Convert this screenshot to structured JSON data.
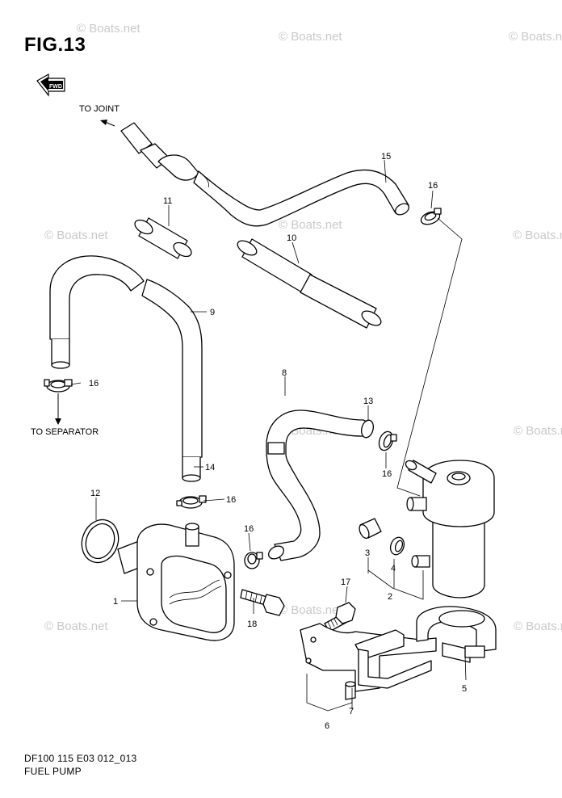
{
  "figure": {
    "title": "FIG.13"
  },
  "direction_badge": "FWD",
  "labels": {
    "to_joint": "TO JOINT",
    "to_separator": "TO SEPARATOR"
  },
  "callouts": [
    "1",
    "2",
    "3",
    "4",
    "5",
    "6",
    "7",
    "8",
    "9",
    "10",
    "11",
    "12",
    "13",
    "14",
    "15",
    "16",
    "16",
    "16",
    "16",
    "16",
    "17",
    "18"
  ],
  "watermark": "© Boats.net",
  "footer": {
    "code": "DF100 115 E03 012_013",
    "name": "FUEL PUMP"
  },
  "colors": {
    "line": "#000000",
    "watermark": "#c9c9c9",
    "background": "#ffffff"
  }
}
